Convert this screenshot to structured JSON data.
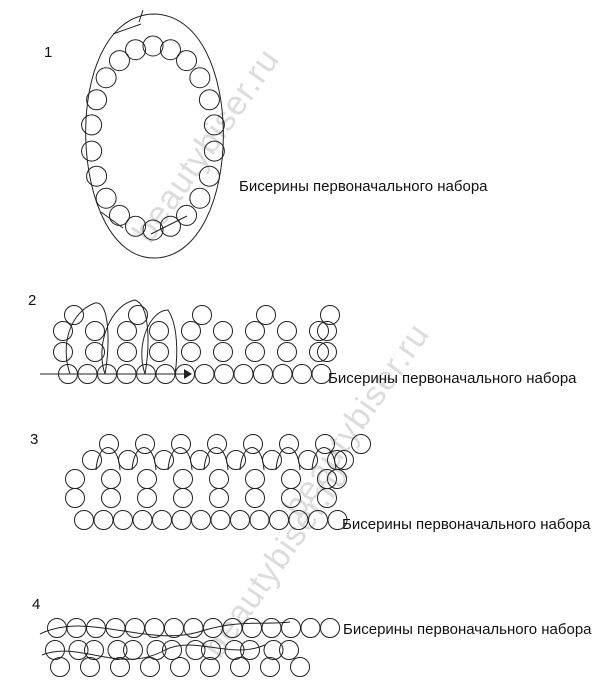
{
  "watermark": "beautybiser.ru",
  "colors": {
    "stroke": "#222222",
    "background": "#ffffff",
    "watermark": "#dcdcdc"
  },
  "diagrams": [
    {
      "number": "1",
      "label": "Бисерины первоначального набора"
    },
    {
      "number": "2",
      "label": "Бисерины первоначального набора"
    },
    {
      "number": "3",
      "label": "Бисерины первоначального набора"
    },
    {
      "number": "4",
      "label": "Бисерины первоначального набора"
    }
  ]
}
